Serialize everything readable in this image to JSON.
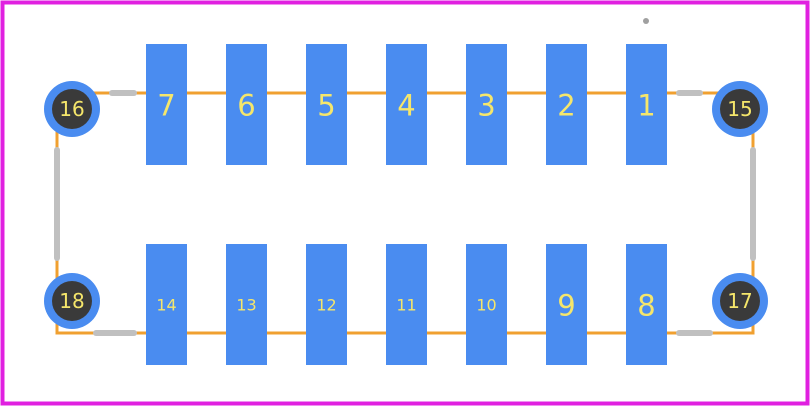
{
  "footprint": {
    "colors": {
      "background": "#ffffff",
      "board_outline": "#e020e0",
      "courtyard": "#f0a030",
      "silkscreen": "#c0c0c0",
      "pad": "#4a8cf0",
      "drill": "#3a3a3a",
      "label": "#f5e66b",
      "pin1_marker": "#a0a0a0"
    },
    "top_pads": [
      {
        "label": "7",
        "size": "big"
      },
      {
        "label": "6",
        "size": "big"
      },
      {
        "label": "5",
        "size": "big"
      },
      {
        "label": "4",
        "size": "big"
      },
      {
        "label": "3",
        "size": "big"
      },
      {
        "label": "2",
        "size": "big"
      },
      {
        "label": "1",
        "size": "big"
      }
    ],
    "bottom_pads": [
      {
        "label": "14",
        "size": "small"
      },
      {
        "label": "13",
        "size": "small"
      },
      {
        "label": "12",
        "size": "small"
      },
      {
        "label": "11",
        "size": "small"
      },
      {
        "label": "10",
        "size": "small"
      },
      {
        "label": "9",
        "size": "big"
      },
      {
        "label": "8",
        "size": "big"
      }
    ],
    "mount_holes": [
      {
        "label": "16",
        "position": "top-left"
      },
      {
        "label": "15",
        "position": "top-right"
      },
      {
        "label": "18",
        "position": "bottom-left"
      },
      {
        "label": "17",
        "position": "bottom-right"
      }
    ]
  }
}
